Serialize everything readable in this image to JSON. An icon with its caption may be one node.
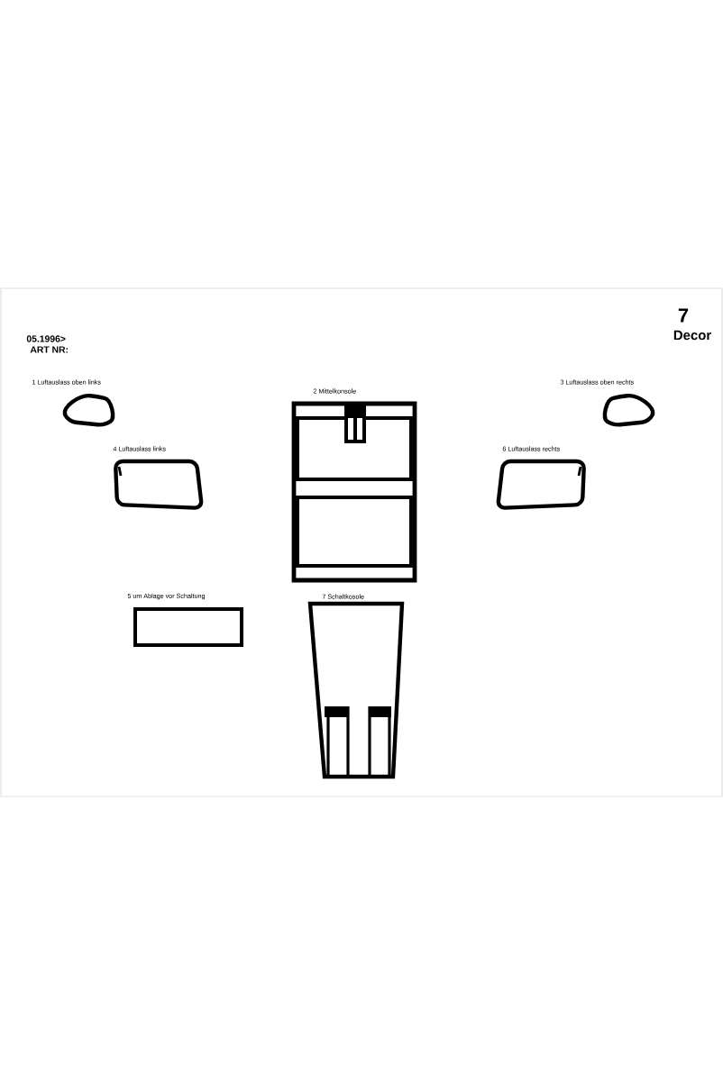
{
  "diagram": {
    "labels": [
      "05.1996>",
      "ART NR:",
      "7",
      "Decor",
      "1  Luftauslass oben links",
      "2  Mittelkonsole",
      "3  Luftauslass oben rechts",
      "4  Luftauslass links",
      "6  Luftauslass rechts",
      "5 um Ablage vor Schaltung",
      "7  Schaltkosole"
    ]
  }
}
